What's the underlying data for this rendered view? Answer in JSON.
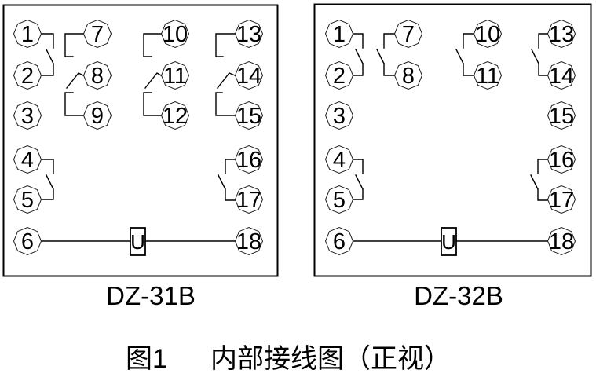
{
  "figure": {
    "caption_number": "图1",
    "caption_title": "内部接线图（正视）"
  },
  "panels": [
    {
      "model": "DZ-31B",
      "coil_label": "U",
      "terminals": [
        "1",
        "2",
        "3",
        "4",
        "5",
        "6",
        "7",
        "8",
        "9",
        "10",
        "11",
        "12",
        "13",
        "14",
        "15",
        "16",
        "17",
        "18"
      ],
      "contacts": [
        "1-2",
        "7-8-9",
        "10-11-12",
        "13-14-15",
        "4-5",
        "16-17"
      ],
      "coil_between": "6-18"
    },
    {
      "model": "DZ-32B",
      "coil_label": "U",
      "terminals": [
        "1",
        "2",
        "3",
        "4",
        "5",
        "6",
        "7",
        "8",
        "10",
        "11",
        "13",
        "14",
        "15",
        "16",
        "17",
        "18"
      ],
      "contacts": [
        "1-2",
        "7-8",
        "10-11",
        "13-14",
        "4-5",
        "16-17"
      ],
      "coil_between": "6-18"
    }
  ],
  "colors": {
    "line": "#000000",
    "background": "#ffffff"
  }
}
